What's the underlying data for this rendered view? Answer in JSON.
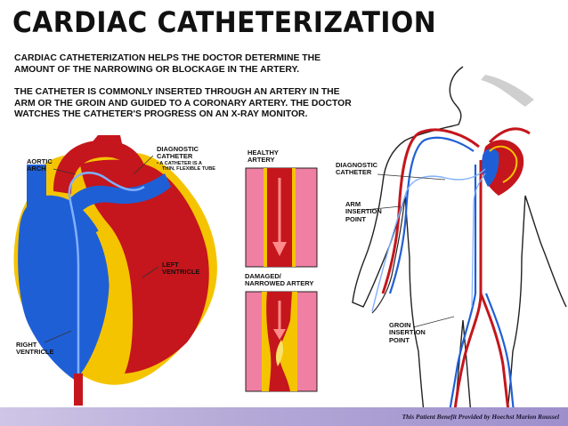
{
  "title": "CARDIAC CATHETERIZATION",
  "paragraphs": {
    "p1": "CARDIAC CATHETERIZATION HELPS THE DOCTOR DETERMINE THE AMOUNT OF THE NARROWING OR BLOCKAGE IN THE ARTERY.",
    "p2": "THE CATHETER IS COMMONLY INSERTED THROUGH AN ARTERY IN THE ARM OR THE GROIN AND GUIDED TO A CORONARY ARTERY. THE DOCTOR WATCHES THE CATHETER'S PROGRESS ON AN X-RAY MONITOR."
  },
  "heart_labels": {
    "aortic_arch_1": "AORTIC",
    "aortic_arch_2": "ARCH",
    "diag_cath_1": "DIAGNOSTIC",
    "diag_cath_2": "CATHETER",
    "diag_cath_note_1": "• A CATHETER IS A",
    "diag_cath_note_2": "THIN, FLEXIBLE TUBE",
    "left_ventricle_1": "LEFT",
    "left_ventricle_2": "VENTRICLE",
    "right_ventricle_1": "RIGHT",
    "right_ventricle_2": "VENTRICLE"
  },
  "artery_labels": {
    "healthy_1": "HEALTHY",
    "healthy_2": "ARTERY",
    "damaged_1": "DAMAGED/",
    "damaged_2": "NARROWED ARTERY"
  },
  "body_labels": {
    "diag_cath_1": "DIAGNOSTIC",
    "diag_cath_2": "CATHETER",
    "arm_1": "ARM",
    "arm_2": "INSERTION",
    "arm_3": "POINT",
    "groin_1": "GROIN",
    "groin_2": "INSERTION",
    "groin_3": "POINT"
  },
  "footer": "This Patient Benefit Provided by Hoechst Marion Roussel",
  "colors": {
    "artery_red": "#c4161c",
    "vein_blue": "#1f5fd6",
    "fat_yellow": "#f5c400",
    "artery_pink": "#ef7fa3",
    "footer_purple": "#a699d2"
  }
}
